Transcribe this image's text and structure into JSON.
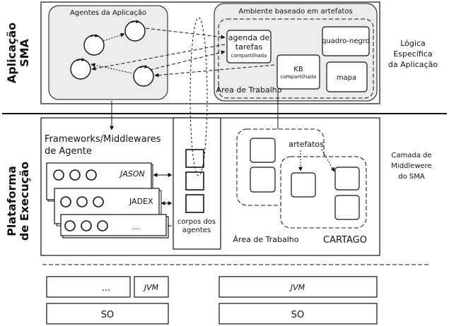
{
  "layers": {
    "top_label_line1": "Aplicação",
    "top_label_line2": "SMA",
    "bottom_label_line1": "Plataforma",
    "bottom_label_line2": "de Execução"
  },
  "application": {
    "agents_title": "Agentes da Aplicação",
    "environment_title": "Ambiente baseado em artefatos",
    "agenda_line1": "agenda de",
    "agenda_line2": "tarefas",
    "agenda_line3": "compartilhada",
    "kb_line1": "KB",
    "kb_line2": "compartilhada",
    "blackboard": "quadro-negro",
    "map": "mapa",
    "workspace": "Área de Trabalho",
    "right_line1": "Lógica",
    "right_line2": "Específica",
    "right_line3": "da Aplicação"
  },
  "platform": {
    "frameworks_line1": "Frameworks/Middlewares",
    "frameworks_line2": "de Agente",
    "jason": "JASON",
    "jadex": "JADEX",
    "more": "...",
    "bodies_line1": "corpos dos",
    "bodies_line2": "agentes",
    "artifacts": "artefatos",
    "workspace": "Área de Trabalho",
    "cartago": "CARTAGO",
    "right_line1": "Camada de",
    "right_line2": "Middlewere",
    "right_line3": "do SMA"
  },
  "base": {
    "left_top": "...",
    "jvm_small": "JVM",
    "jvm_right": "JVM",
    "so_left": "SO",
    "so_right": "SO"
  }
}
